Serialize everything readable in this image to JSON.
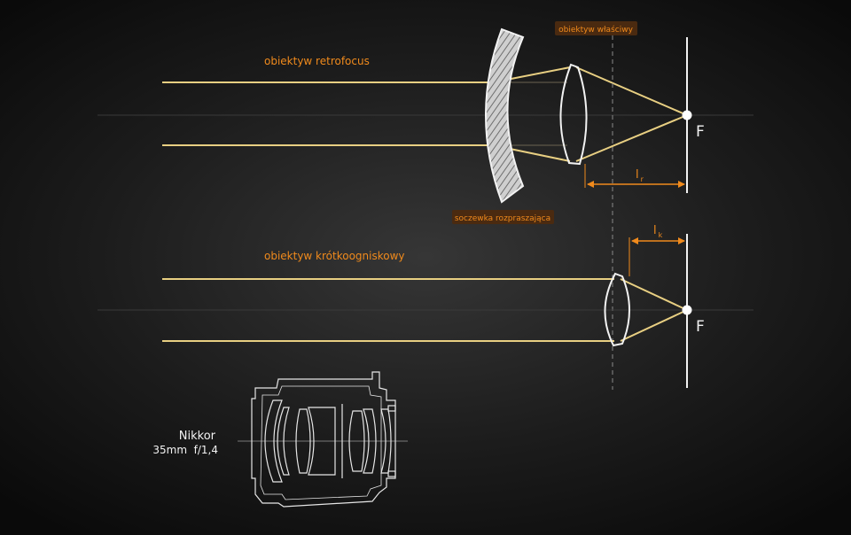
{
  "labels": {
    "retrofocus": "obiektyw retrofocus",
    "proper_lens": "obiektyw właściwy",
    "diverging_lens": "soczewka rozpraszająca",
    "short_focus": "obiektyw krótkoogniskowy",
    "focal_point": "F",
    "distance_r_main": "l",
    "distance_r_sub": "r",
    "distance_k_main": "l",
    "distance_k_sub": "k",
    "lens_name": "Nikkor",
    "lens_spec": "35mm  f/1,4"
  },
  "colors": {
    "ray": "#e8cf82",
    "accent": "#f08a1c",
    "line": "#f2f2f2",
    "badge_bg": "#4a2a10"
  }
}
